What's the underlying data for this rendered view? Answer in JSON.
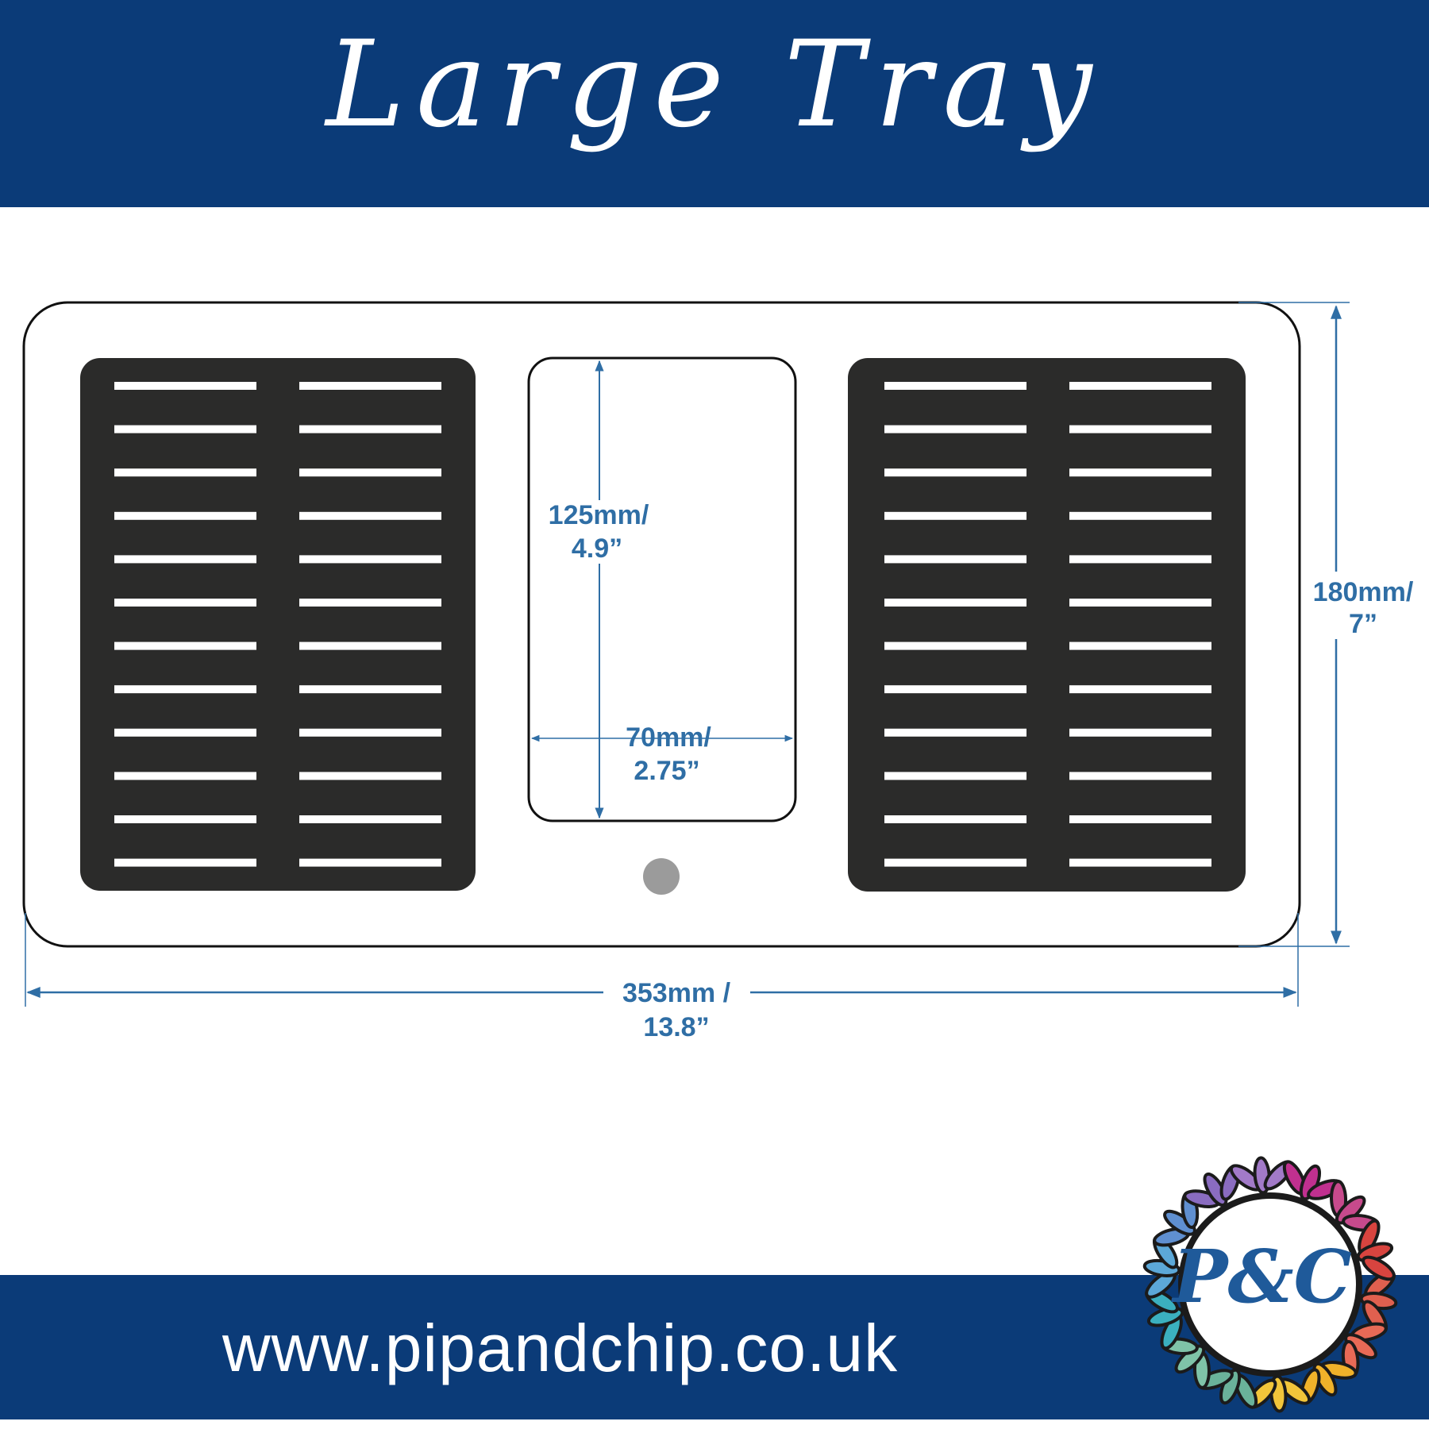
{
  "title": "Large Tray",
  "url": "www.pipandchip.co.uk",
  "logo": {
    "text": "P&C"
  },
  "dimensions": {
    "center_height": [
      "125mm/",
      "4.9”"
    ],
    "center_width": [
      "70mm/",
      "2.75”"
    ],
    "tray_height": [
      "180mm/",
      "7”"
    ],
    "tray_width": [
      "353mm /",
      "13.8”"
    ]
  },
  "slots_per_column": 12,
  "colors": {
    "brand_blue": "#0b3b78",
    "dimension_blue": "#2f6ea5",
    "panel": "#2b2b2a"
  }
}
